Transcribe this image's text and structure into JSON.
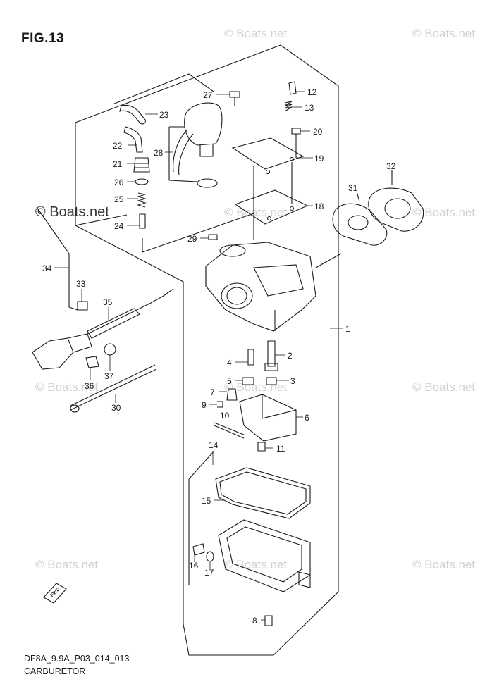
{
  "figure": {
    "title": "FIG.13",
    "drawing_code": "DF8A_9.9A_P03_014_013",
    "name": "CARBURETOR"
  },
  "watermark": "© Boats.net",
  "fwd_label": "FWD",
  "callouts": [
    {
      "id": "c1",
      "number": "1"
    },
    {
      "id": "c2",
      "number": "2"
    },
    {
      "id": "c3",
      "number": "3"
    },
    {
      "id": "c4",
      "number": "4"
    },
    {
      "id": "c5",
      "number": "5"
    },
    {
      "id": "c6",
      "number": "6"
    },
    {
      "id": "c7",
      "number": "7"
    },
    {
      "id": "c8",
      "number": "8"
    },
    {
      "id": "c9",
      "number": "9"
    },
    {
      "id": "c10",
      "number": "10"
    },
    {
      "id": "c11",
      "number": "11"
    },
    {
      "id": "c12",
      "number": "12"
    },
    {
      "id": "c13",
      "number": "13"
    },
    {
      "id": "c14",
      "number": "14"
    },
    {
      "id": "c15",
      "number": "15"
    },
    {
      "id": "c16",
      "number": "16"
    },
    {
      "id": "c17",
      "number": "17"
    },
    {
      "id": "c18",
      "number": "18"
    },
    {
      "id": "c19",
      "number": "19"
    },
    {
      "id": "c20",
      "number": "20"
    },
    {
      "id": "c21",
      "number": "21"
    },
    {
      "id": "c22",
      "number": "22"
    },
    {
      "id": "c23",
      "number": "23"
    },
    {
      "id": "c24",
      "number": "24"
    },
    {
      "id": "c25",
      "number": "25"
    },
    {
      "id": "c26",
      "number": "26"
    },
    {
      "id": "c27",
      "number": "27"
    },
    {
      "id": "c28",
      "number": "28"
    },
    {
      "id": "c29",
      "number": "29"
    },
    {
      "id": "c30",
      "number": "30"
    },
    {
      "id": "c31",
      "number": "31"
    },
    {
      "id": "c32",
      "number": "32"
    },
    {
      "id": "c33",
      "number": "33"
    },
    {
      "id": "c34",
      "number": "34"
    },
    {
      "id": "c35",
      "number": "35"
    },
    {
      "id": "c36",
      "number": "36"
    },
    {
      "id": "c37",
      "number": "37"
    }
  ]
}
